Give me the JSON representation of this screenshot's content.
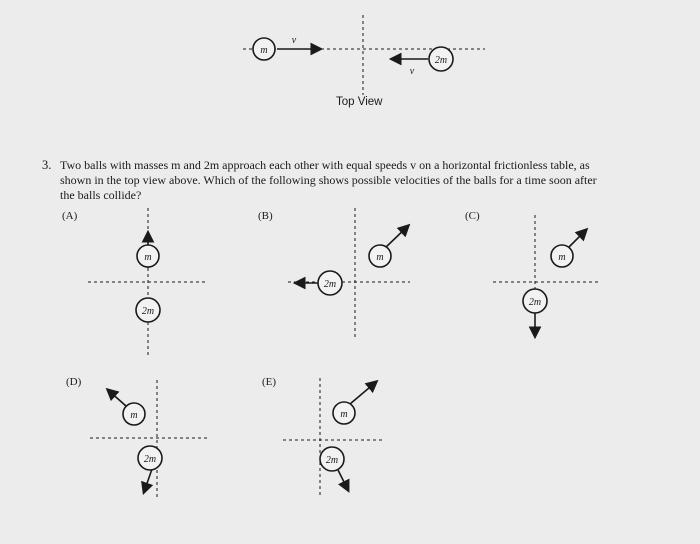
{
  "top_view": {
    "ball_left_label": "m",
    "ball_right_label": "2m",
    "velocity_label_left": "v",
    "velocity_label_right": "v",
    "caption": "Top View"
  },
  "question": {
    "number": "3.",
    "line1": "Two balls with masses m and 2m approach each other with equal speeds v on a horizontal frictionless table, as",
    "line2": "shown in the top view above. Which of the following shows possible velocities of the balls for a time soon after",
    "line3": "the balls collide?"
  },
  "options": {
    "A": "(A)",
    "B": "(B)",
    "C": "(C)",
    "D": "(D)",
    "E": "(E)"
  },
  "ball_labels": {
    "light": "m",
    "heavy": "2m"
  }
}
